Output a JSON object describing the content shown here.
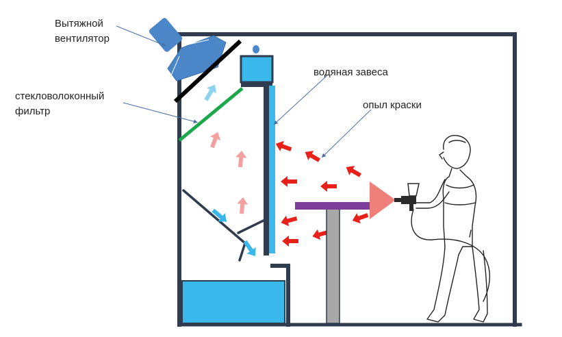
{
  "labels": {
    "fan": [
      "Вытяжной",
      "вентилятор"
    ],
    "filter": [
      "стекловолоконный",
      "фильтр"
    ],
    "water_curtain": "водяная завеса",
    "paint_mist": "опыл краски"
  },
  "colors": {
    "frame": "#2f3b4e",
    "water": "#3ab8ec",
    "fan": "#4a86c8",
    "filter": "#1aa84a",
    "paint_arrow": "#e8201a",
    "faded_arrow": "#f3a0a0",
    "clean_air_arrow": "#8ed3f0",
    "spray_cone": "#ef8079",
    "table_top": "#7b3c9a",
    "table_leg": "#a8a8a8",
    "leader_line": "#4a6fa8"
  },
  "icons": [
    "fan-icon",
    "spray-gun-icon",
    "painter-figure-icon"
  ]
}
